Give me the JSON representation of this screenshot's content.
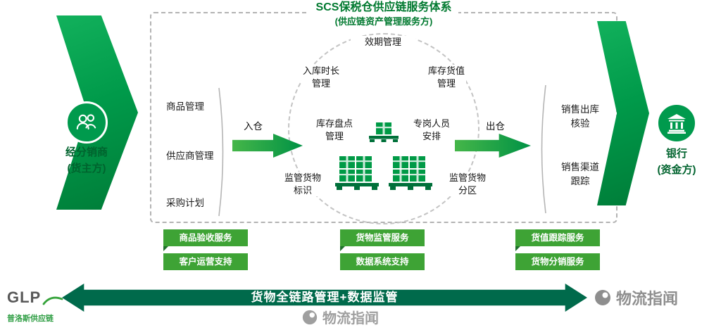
{
  "title": {
    "line1": "SCS保税仓供应链服务体系",
    "line2": "(供应链资产管理服务方)"
  },
  "left_party": {
    "name": "经分销商",
    "role": "(货主方)"
  },
  "right_party": {
    "name": "银行",
    "role": "(资金方)"
  },
  "owner_column": {
    "items": [
      "商品管理",
      "供应商管理",
      "采购计划"
    ]
  },
  "flow": {
    "in_label": "入仓",
    "out_label": "出仓"
  },
  "circle": {
    "top": "效期管理",
    "upper_left": "入库时长\n管理",
    "upper_right": "库存货值\n管理",
    "mid_left": "库存盘点\n管理",
    "mid_right": "专岗人员\n安排",
    "lower_left": "监管货物\n标识",
    "lower_right": "监管货物\n分区"
  },
  "sales_column": {
    "items": [
      "销售出库\n核验",
      "销售渠道\n跟踪"
    ]
  },
  "services": {
    "left": [
      "商品验收服务",
      "客户运营支持"
    ],
    "center": [
      "货物监管服务",
      "数据系统支持"
    ],
    "right": [
      "货值跟踪服务",
      "货物分销服务"
    ]
  },
  "bottom_arrow": {
    "label": "货物全链路管理+数据监管"
  },
  "logo": {
    "name": "GLP",
    "subtitle": "普洛斯供应链"
  },
  "watermark": {
    "text": "物流指闻"
  },
  "colors": {
    "title_green": "#00792f",
    "arrow_green": "#009a4a",
    "button_green": "#3ea335",
    "bottom_bar_green": "#006a4b"
  }
}
